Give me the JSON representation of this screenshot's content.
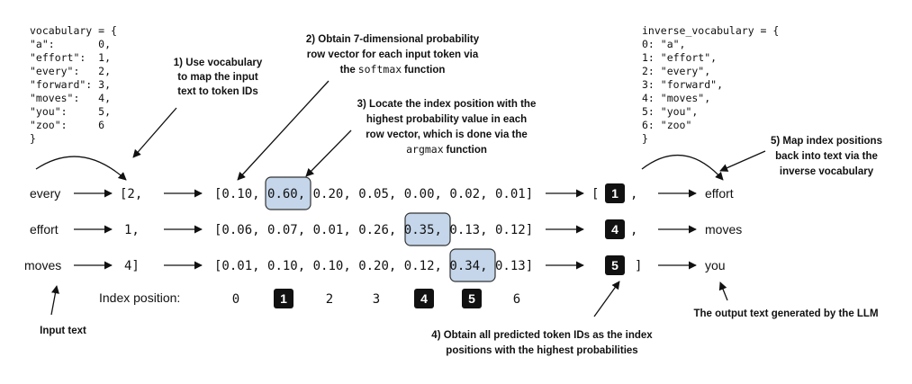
{
  "vocabulary": {
    "header": "vocabulary = {",
    "lines": [
      "\"a\":       0,",
      "\"effort\":  1,",
      "\"every\":   2,",
      "\"forward\": 3,",
      "\"moves\":   4,",
      "\"you\":     5,",
      "\"zoo\":     6"
    ],
    "footer": "}"
  },
  "inverse_vocabulary": {
    "header": "inverse_vocabulary = {",
    "lines": [
      "0: \"a\",",
      "1: \"effort\",",
      "2: \"every\",",
      "3: \"forward\",",
      "4: \"moves\",",
      "5: \"you\",",
      "6: \"zoo\""
    ],
    "footer": "}"
  },
  "annotations": {
    "step1": [
      "1) Use vocabulary",
      "to map the input",
      "text to token IDs"
    ],
    "step2_line1": "2) Obtain 7-dimensional probability",
    "step2_line2": "row vector for each input token via",
    "step2_the": "the",
    "step2_code": "softmax",
    "step2_func": "function",
    "step3_lines": [
      "3) Locate the index position with the",
      "highest probability value in each",
      "row vector, which is done via the"
    ],
    "step3_code": "argmax",
    "step3_func": "function",
    "step4": [
      "4) Obtain all predicted token IDs as the index",
      "positions with the highest probabilities"
    ],
    "step5": [
      "5) Map index positions",
      "back into text via the",
      "inverse vocabulary"
    ],
    "input_text": "Input text",
    "output_text": "The output text generated by the LLM"
  },
  "rows": [
    {
      "word": "every",
      "token": "[2,",
      "probs": [
        "[0.10,",
        "0.60,",
        "0.20,",
        "0.05,",
        "0.00,",
        "0.02,",
        "0.01]"
      ],
      "max_index": 1,
      "pre": "[",
      "predicted": "1",
      "post": ",",
      "output": "effort"
    },
    {
      "word": "effort",
      "token": "1,",
      "probs": [
        "[0.06,",
        "0.07,",
        "0.01,",
        "0.26,",
        "0.35,",
        "0.13,",
        "0.12]"
      ],
      "max_index": 4,
      "pre": "",
      "predicted": "4",
      "post": ",",
      "output": "moves"
    },
    {
      "word": "moves",
      "token": "4]",
      "probs": [
        "[0.01,",
        "0.10,",
        "0.10,",
        "0.20,",
        "0.12,",
        "0.34,",
        "0.13]"
      ],
      "max_index": 5,
      "pre": "",
      "predicted": "5",
      "post": "]",
      "output": "you"
    }
  ],
  "index_row": {
    "label": "Index position:",
    "values": [
      "0",
      "1",
      "2",
      "3",
      "4",
      "5",
      "6"
    ],
    "highlighted": [
      "1",
      "4",
      "5"
    ]
  },
  "colors": {
    "highlight_fill": "#c5d6ea",
    "highlight_stroke": "#333333",
    "badge_fill": "#111111",
    "badge_text": "#ffffff",
    "text": "#111111"
  }
}
